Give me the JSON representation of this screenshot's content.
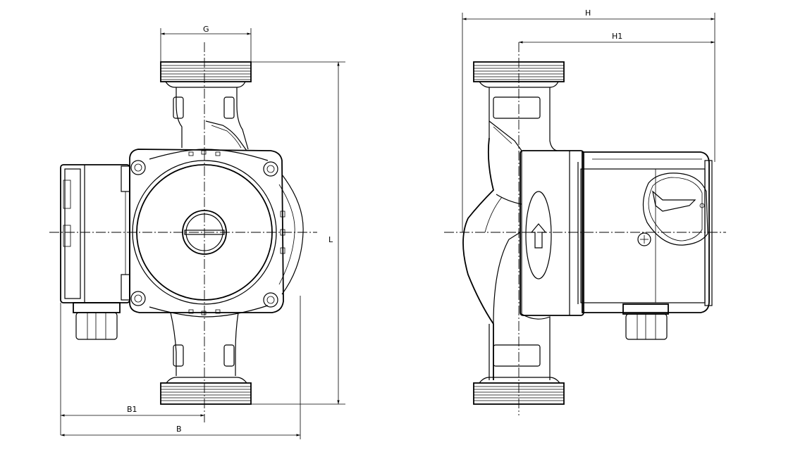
{
  "dimensions": {
    "G": "G",
    "L": "L",
    "B1": "B1",
    "B": "B",
    "H": "H",
    "H1": "H1"
  }
}
